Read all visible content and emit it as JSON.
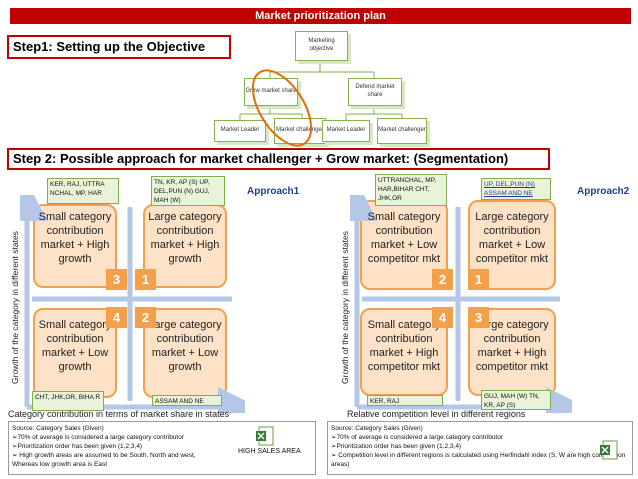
{
  "header": {
    "title": "Market prioritization plan"
  },
  "step1": {
    "title": "Step1: Setting up the Objective"
  },
  "step2": {
    "title": "Step 2: Possible approach  for market challenger + Grow market: (Segmentation)"
  },
  "tree": {
    "root": "Marketing objective",
    "grow": "Grow market share",
    "defend": "Defend market share",
    "leaf1": "Market Leader",
    "leaf2": "Market challenger",
    "leaf3": "Market Leader",
    "leaf4": "Market challenger"
  },
  "approach1": {
    "label": "Approach1",
    "y_axis": "Growth of the category in different states",
    "x_axis": "Category contribution in terms of market share in states",
    "quadrants": [
      {
        "number": "3",
        "text": "Small category contribution market + High growth",
        "states": "KER,  RAJ, UTTRA NCHAL, MP, HAR"
      },
      {
        "number": "1",
        "text": "Large category contribution market + High growth",
        "states": "TN, KR, AP (S) UP, DEL,PUN (N) GUJ, MAH (W)"
      },
      {
        "number": "4",
        "text": "Small category contribution market + Low growth",
        "states": "CHT, JHK,OR, BIHA R"
      },
      {
        "number": "2",
        "text": "Large category contribution market + Low growth",
        "states": "ASSAM AND NE"
      }
    ],
    "source_lines": [
      "Source: Category Sales (Given)",
      "➢70% of average is considered a large category contributor",
      "➢Prioritization order has been given (1,2,3,4)",
      "➢ High growth  areas are assumed to be South, North and west, Whereas low growth area is East"
    ],
    "attachment_label": "HIGH SALES AREA"
  },
  "approach2": {
    "label": "Approach2",
    "y_axis": "Growth of the category in different states",
    "x_axis": "Relative competition level in different regions",
    "quadrants": [
      {
        "number": "2",
        "text": "Small category contribution market + Low competitor mkt",
        "states": "UTTRANCHAL, MP, HAR,BIHAR CHT, JHK,OR"
      },
      {
        "number": "1",
        "text": "Large category contribution market + Low competitor mkt",
        "states": "UP, DEL,PUN (N) ASSAM AND NE"
      },
      {
        "number": "4",
        "text": "Small category contribution market + High competitor mkt",
        "states": "KER,   RAJ"
      },
      {
        "number": "3",
        "text": "Large category contribution market + High competitor mkt",
        "states": "GUJ, MAH (W) TN, KR, AP (S)"
      }
    ],
    "source_lines": [
      "Source: Category Sales (Given)",
      "➢70% of average is considered a large category contributor",
      "➢Prioritization order has been given (1,2,3,4)",
      "➢  Competition level in different regions is calculated using Herfindahl index (S, W are high competition areas)"
    ]
  },
  "colors": {
    "accent": "#c00000",
    "quadrant_fill": "#fde2c8",
    "quadrant_border": "#f2a14a",
    "label_fill": "#e8f3d8",
    "tree_border": "#86b24b"
  }
}
